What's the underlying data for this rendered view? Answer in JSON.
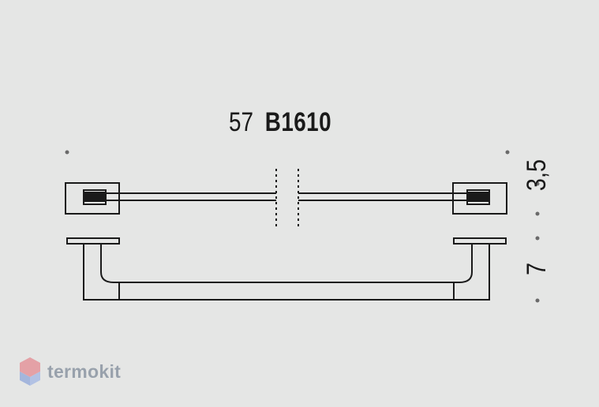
{
  "title": {
    "code": "57",
    "model": "B1610"
  },
  "dimensions": {
    "depth_top": "3,5",
    "depth_bottom": "7"
  },
  "watermark": {
    "brand": "termokit"
  },
  "colors": {
    "background": "#e5e6e5",
    "line": "#1a1a1a",
    "dot": "#6a6a6a",
    "watermark_red": "#e46a73",
    "watermark_blue": "#6f8fd6"
  }
}
